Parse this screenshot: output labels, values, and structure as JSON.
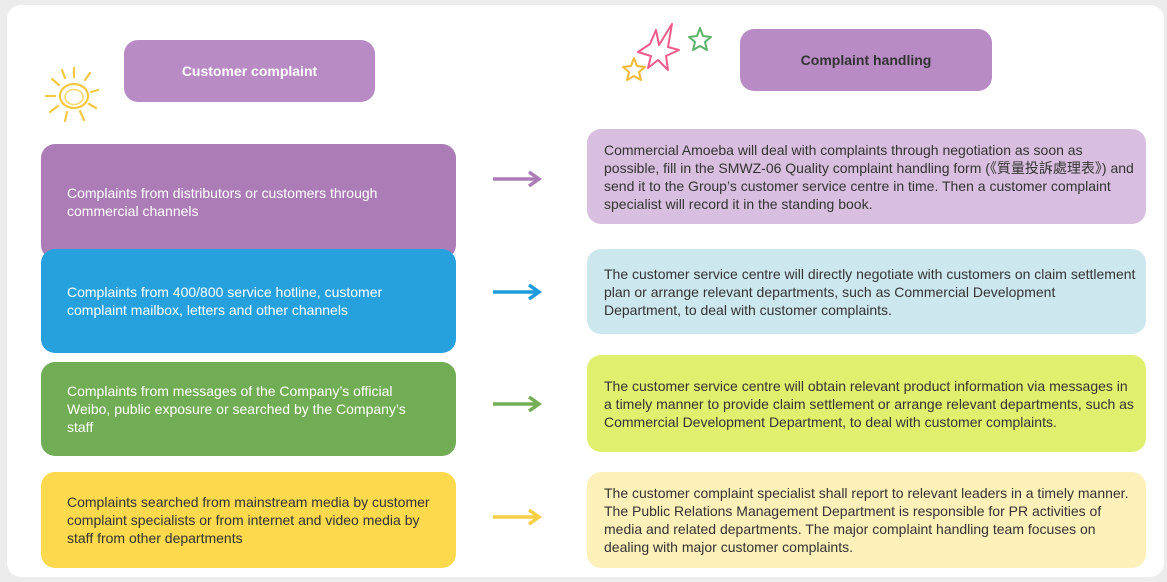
{
  "header": {
    "left_title": "Customer complaint",
    "right_title": "Complaint handling"
  },
  "rows": [
    {
      "source": "Complaints from distributors or customers through commercial channels",
      "handling": "Commercial Amoeba will deal with complaints through negotiation as soon as possible, fill in the SMWZ-06 Quality complaint handling form (《質量投訴處理表》) and send it to the Group’s customer service centre in time. Then a customer complaint specialist will record it in the standing book.",
      "source_color": "#ac7cb6",
      "handling_color": "#d9bfdf",
      "arrow_color": "#ac7cb6"
    },
    {
      "source": "Complaints from 400/800 service hotline, customer complaint mailbox, letters and other channels",
      "handling": "The customer service centre will directly negotiate with customers on claim settlement plan or arrange relevant departments, such as Commercial Development Department, to deal with customer complaints.",
      "source_color": "#27a1de",
      "handling_color": "#cde7ee",
      "arrow_color": "#1f9bdb"
    },
    {
      "source": "Complaints from messages of the Company’s official Weibo, public exposure or searched by the Company’s staff",
      "handling": "The customer service centre will obtain relevant product information via messages in a timely manner to provide claim settlement or arrange relevant departments, such as Commercial Development Department, to deal with customer complaints.",
      "source_color": "#71ad54",
      "handling_color": "#e1ef6e",
      "arrow_color": "#74ae56"
    },
    {
      "source": "Complaints searched from mainstream media by customer complaint specialists or from internet and video media by staff from other departments",
      "handling": "The customer complaint specialist shall report to relevant leaders in a timely manner. The Public Relations Management Department is responsible for PR activities of media and related departments. The major complaint handling team focuses on dealing with major customer complaints.",
      "source_color": "#fdd94d",
      "handling_color": "#fdf0b8",
      "arrow_color": "#f6cf45"
    }
  ],
  "icons": {
    "left_decoration": "sun-icon",
    "right_decoration": "stars-icon"
  }
}
